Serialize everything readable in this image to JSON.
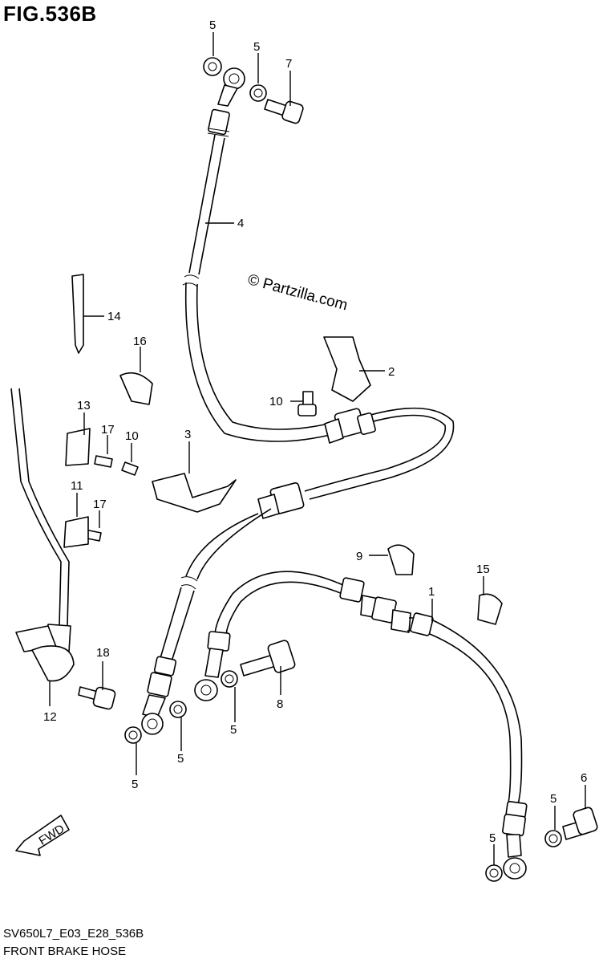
{
  "figure": {
    "title": "FIG.536B",
    "code": "SV650L7_E03_E28_536B",
    "name": "FRONT BRAKE HOSE",
    "watermark": "© Partzilla.com",
    "direction_arrow": "FWD"
  },
  "callouts": {
    "c_5a": "5",
    "c_5b": "5",
    "c_7": "7",
    "c_4": "4",
    "c_14": "14",
    "c_16": "16",
    "c_2": "2",
    "c_10a": "10",
    "c_13": "13",
    "c_17a": "17",
    "c_10b": "10",
    "c_3": "3",
    "c_11": "11",
    "c_17b": "17",
    "c_9": "9",
    "c_15": "15",
    "c_1": "1",
    "c_18": "18",
    "c_12": "12",
    "c_8": "8",
    "c_5c": "5",
    "c_5d": "5",
    "c_5e": "5",
    "c_6": "6",
    "c_5f": "5",
    "c_5g": "5"
  }
}
